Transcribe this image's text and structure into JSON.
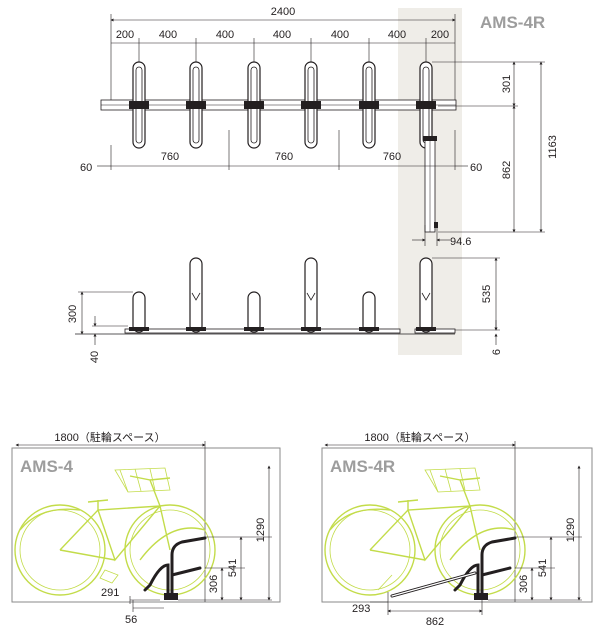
{
  "top_view": {
    "model_label": "AMS-4R",
    "overall_width": "2400",
    "spacings": [
      "200",
      "400",
      "400",
      "400",
      "400",
      "400",
      "200"
    ],
    "lower_spacings": [
      "760",
      "760",
      "760"
    ],
    "edge_left": "60",
    "edge_right": "60",
    "dim_301": "301",
    "dim_862": "862",
    "dim_1163": "1163",
    "dim_94_6": "94.6"
  },
  "front_view": {
    "dim_300": "300",
    "dim_40": "40",
    "dim_535": "535",
    "dim_6": "6"
  },
  "side_views": [
    {
      "title": "AMS-4",
      "space_label": "1800（駐輪スペース）",
      "dim_1290": "1290",
      "dim_541": "541",
      "dim_306": "306",
      "dim_291": "291",
      "dim_56": "56"
    },
    {
      "title": "AMS-4R",
      "space_label": "1800（駐輪スペース）",
      "dim_1290": "1290",
      "dim_541": "541",
      "dim_306": "306",
      "dim_293": "293",
      "dim_862": "862"
    }
  ],
  "colors": {
    "bike": "#c3dc4a",
    "line": "#231f20",
    "highlight": "#efede8",
    "panel_border": "#8a8a8a",
    "model_label": "#9d9d9d"
  }
}
